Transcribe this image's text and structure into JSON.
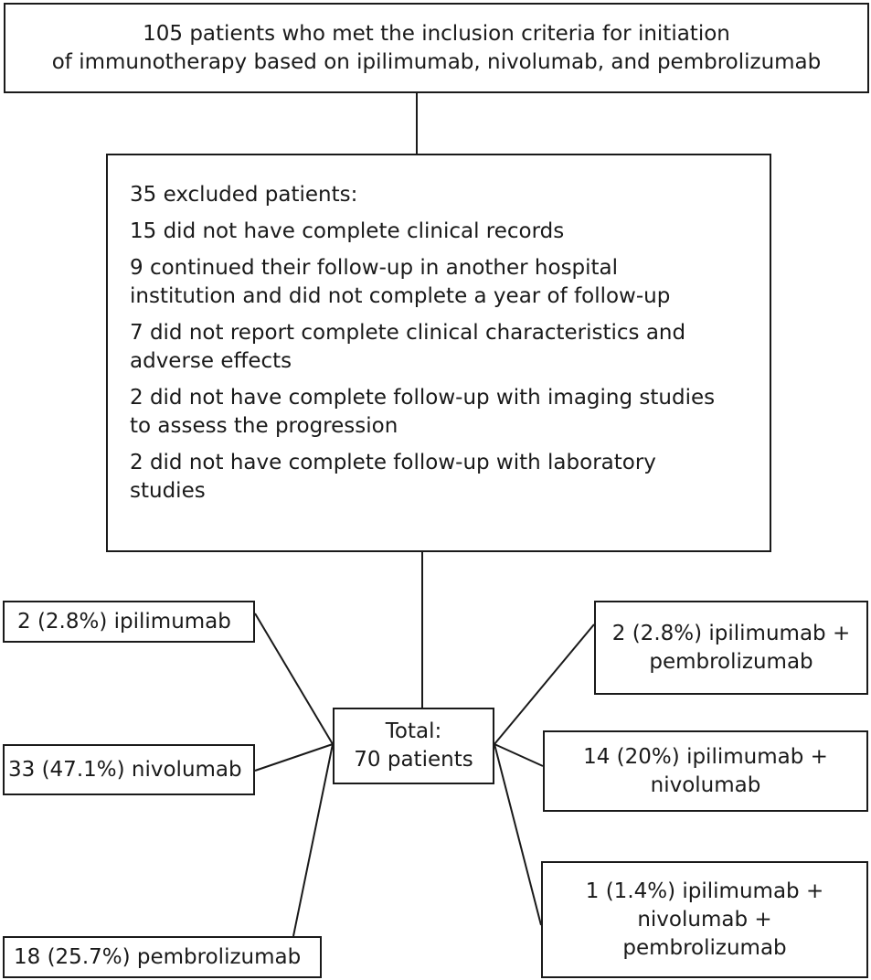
{
  "top_box": {
    "lines": [
      "105 patients who met the inclusion criteria for initiation",
      "of immunotherapy based on ipilimumab, nivolumab, and pembrolizumab"
    ]
  },
  "excluded": {
    "heading": "35 excluded patients:",
    "items": [
      {
        "lines": [
          "15 did not have complete clinical records"
        ]
      },
      {
        "lines": [
          "9 continued their follow-up in another hospital",
          "institution and did not complete a year of follow-up"
        ]
      },
      {
        "lines": [
          "7 did not report complete clinical characteristics and",
          "adverse effects"
        ]
      },
      {
        "lines": [
          "2 did not have complete follow-up with imaging studies",
          "to assess the progression"
        ]
      },
      {
        "lines": [
          "2 did not have complete follow-up with laboratory",
          "studies"
        ]
      }
    ]
  },
  "total": {
    "line1": "Total:",
    "line2": "70 patients"
  },
  "groups": {
    "ipilimumab": "2 (2.8%) ipilimumab",
    "nivolumab": "33 (47.1%) nivolumab",
    "pembrolizumab": "18 (25.7%) pembrolizumab",
    "ipi_pembro": [
      "2 (2.8%) ipilimumab +",
      "pembrolizumab"
    ],
    "ipi_nivo": [
      "14 (20%) ipilimumab +",
      "nivolumab"
    ],
    "triple": [
      "1 (1.4%) ipilimumab +",
      "nivolumab +",
      "pembrolizumab"
    ]
  }
}
